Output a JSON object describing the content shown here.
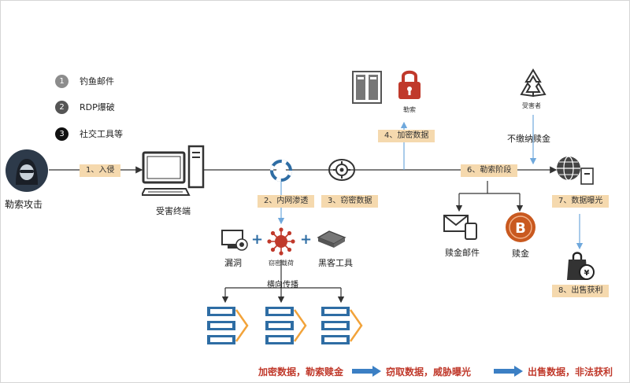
{
  "legend": [
    {
      "num": "1",
      "text": "钓鱼邮件",
      "color": "#8c8c8c"
    },
    {
      "num": "2",
      "text": "RDP爆破",
      "color": "#555555"
    },
    {
      "num": "3",
      "text": "社交工具等",
      "color": "#111111"
    }
  ],
  "nodes": {
    "attacker": "勒索攻击",
    "terminal": "受害终端",
    "ransom": "勒索",
    "victim": "受害者",
    "unpaid": "不缴纳赎金",
    "ransom_mail": "赎金邮件",
    "ransom_coin": "赎金",
    "vuln": "漏洞",
    "payload": "窃密载荷",
    "hacktool": "黑客工具",
    "lateral": "横向传播"
  },
  "steps": {
    "s1": "1、入侵",
    "s2": "2、内网渗透",
    "s3": "3、窃密数据",
    "s4": "4、加密数据",
    "s6": "6、勒索阶段",
    "s7": "7、数据曝光",
    "s8": "8、出售获利"
  },
  "flow": [
    "加密数据，勒索赎金",
    "窃取数据，威胁曝光",
    "出售数据，非法获利"
  ],
  "colors": {
    "accent_red": "#c0392b",
    "step_bg": "#f5d9ae",
    "server_blue": "#2e6da4",
    "arrow_blue": "#3b7fc4",
    "orange": "#f2a33a"
  }
}
